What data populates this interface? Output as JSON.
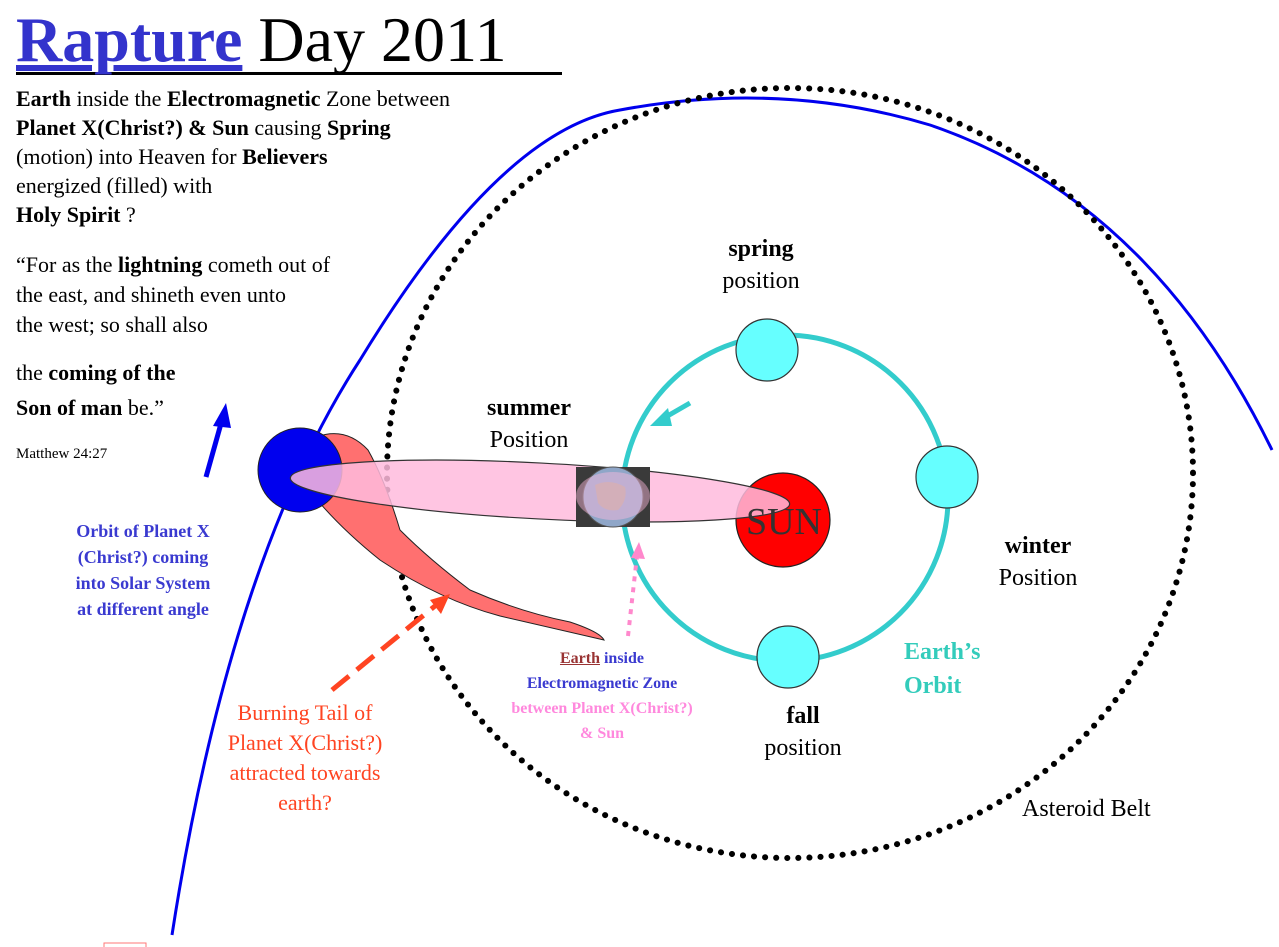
{
  "title": {
    "word1": "Rapture",
    "word2": "Day  2011"
  },
  "intro": {
    "l1a": "Earth",
    "l1b": " inside the ",
    "l1c": "Electromagnetic",
    "l1d": " Zone between",
    "l2a": "Planet X(Christ?) & Sun",
    "l2b": " causing ",
    "l2c": "Spring",
    "l3a": "(motion) into Heaven  for ",
    "l3b": "Believers",
    "l4": "energized (filled) with",
    "l5a": "Holy Spirit",
    "l5b": " ?"
  },
  "quote": {
    "l1a": "“For as the ",
    "l1b": "lightning",
    "l1c": " cometh out of",
    "l2": "the east, and shineth even unto",
    "l3": "the west;  so shall also",
    "l4a": "the ",
    "l4b": "coming of the",
    "l5a": "Son of man",
    "l5b": " be.”",
    "reference": "Matthew 24:27"
  },
  "seasons": {
    "spring_bold": "spring",
    "spring_sub": "position",
    "summer_bold": "summer",
    "summer_sub": "Position",
    "winter_bold": "winter",
    "winter_sub": "Position",
    "fall_bold": "fall",
    "fall_sub": "position"
  },
  "sun_label": "SUN",
  "orbit_planet_x": [
    "Orbit of Planet X",
    "(Christ?) coming",
    "into Solar System",
    "at different angle"
  ],
  "burning_tail": [
    "Burning Tail of",
    "Planet X(Christ?)",
    "attracted towards",
    "earth?"
  ],
  "earth_zone": {
    "earth": "Earth",
    "inside": " inside",
    "l2": "Electromagnetic Zone",
    "l3": "between Planet X(Christ?)",
    "l4": "& Sun"
  },
  "earth_orbit": [
    "Earth’s",
    "Orbit"
  ],
  "asteroid_belt": "Asteroid Belt",
  "colors": {
    "planet_x_orbit": "#0000ee",
    "earth_orbit": "#33cccc",
    "sun": "#ff0000",
    "planet_x": "#0000ee",
    "tail": "#ff6f6f",
    "zone_ellipse": "#ffc0e0",
    "orange_arrow": "#ff4422",
    "pink_arrow": "#ff88cc"
  }
}
